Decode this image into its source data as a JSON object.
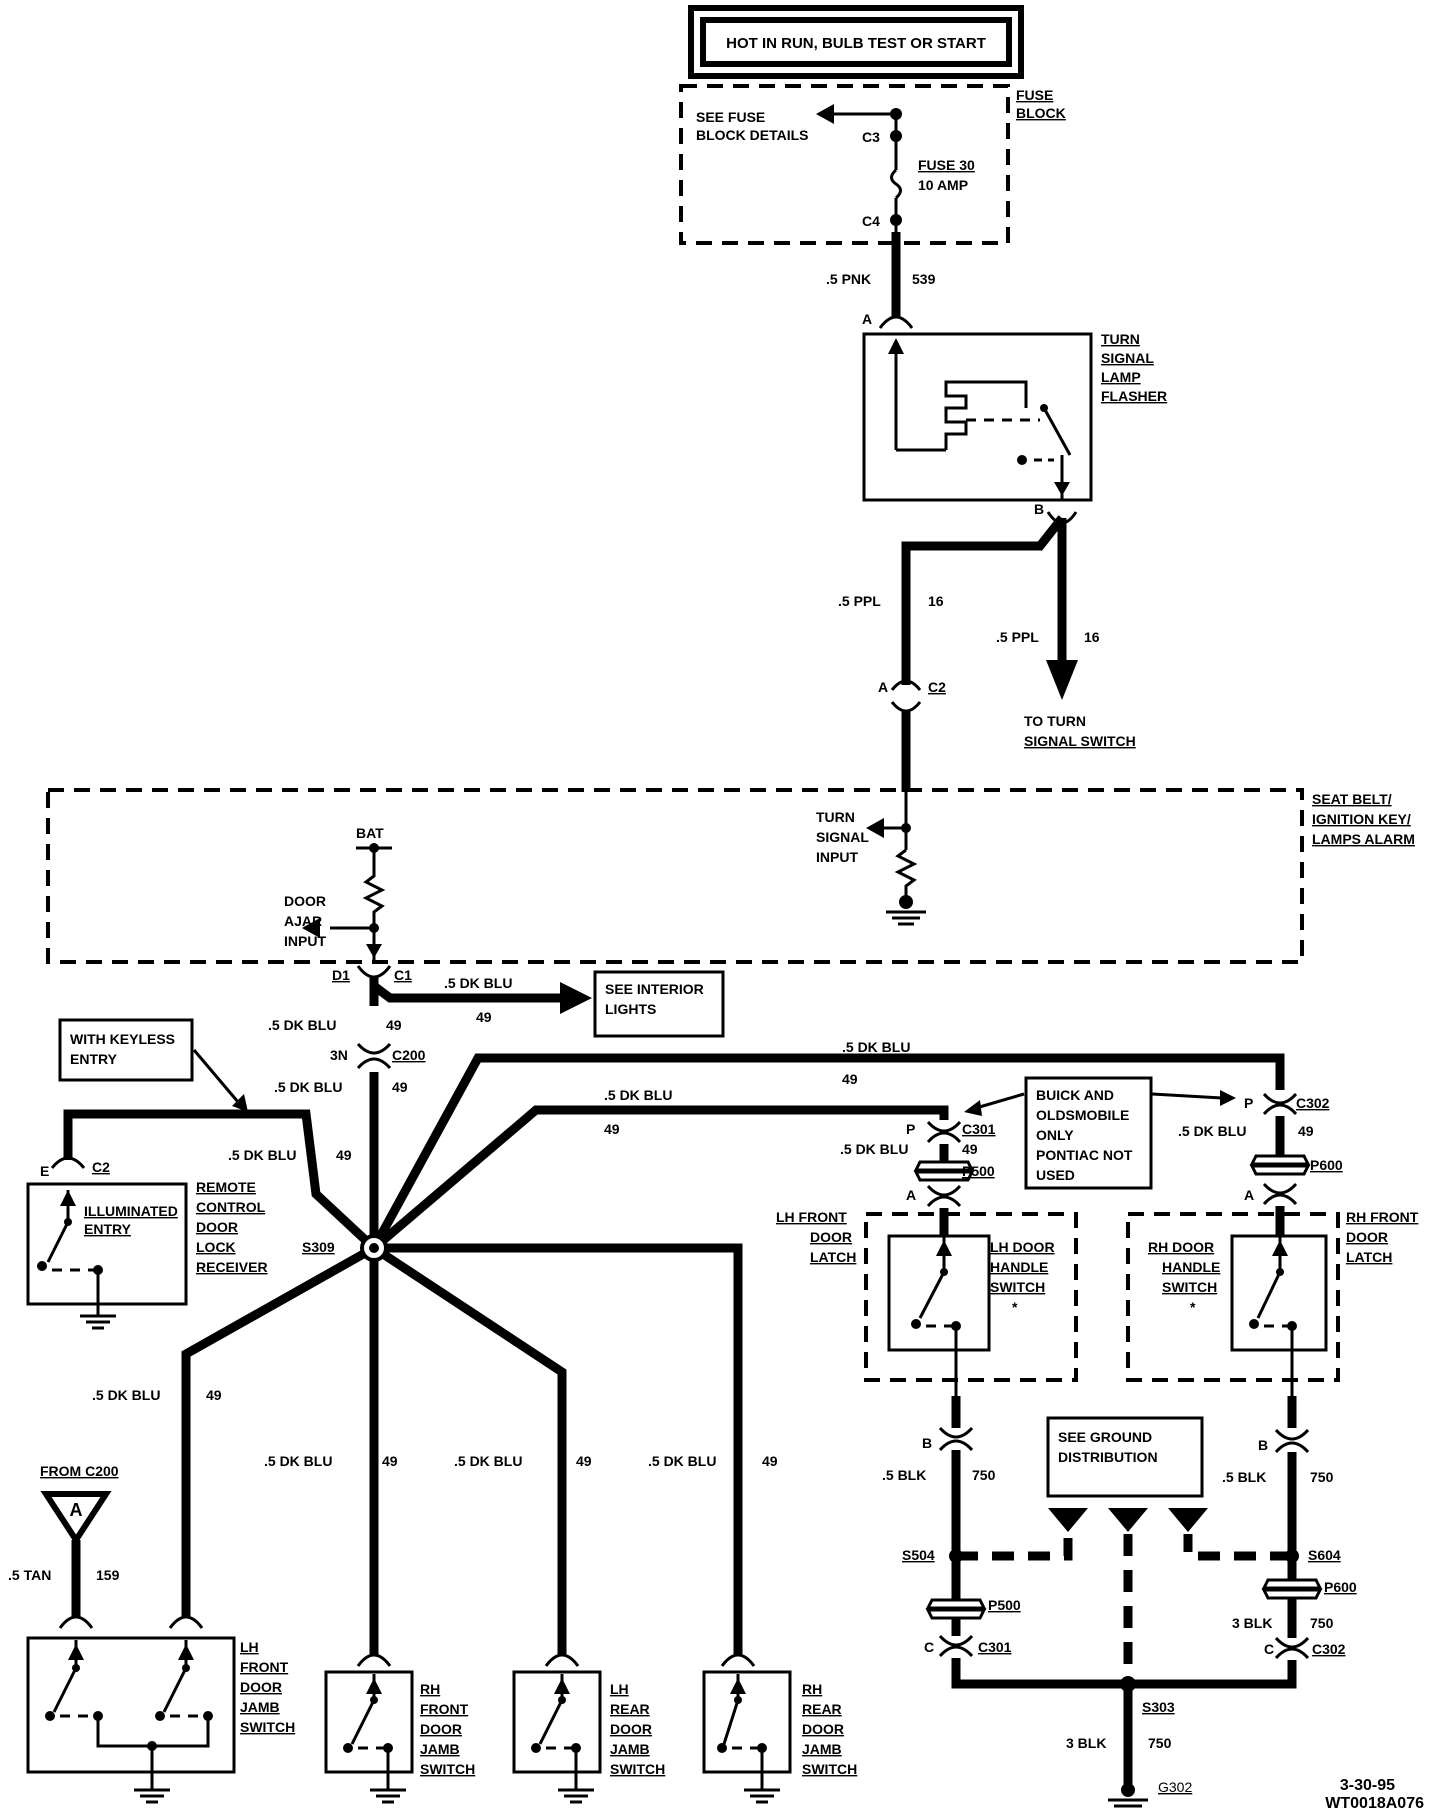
{
  "header": {
    "label": "HOT IN RUN, BULB TEST OR START"
  },
  "fuse_block": {
    "title": [
      "FUSE",
      "BLOCK"
    ],
    "see_details": [
      "SEE  FUSE",
      "BLOCK  DETAILS"
    ],
    "c3": "C3",
    "c4": "C4",
    "fuse": "FUSE  30",
    "rating": "10  AMP"
  },
  "wire_539": {
    "gauge": ".5  PNK",
    "circuit": "539",
    "pin": "A"
  },
  "flasher": {
    "title": [
      "TURN",
      "SIGNAL",
      "LAMP",
      "FLASHER"
    ],
    "pin_b": "B"
  },
  "wire_16_left": {
    "gauge": ".5  PPL",
    "circuit": "16"
  },
  "wire_16_right": {
    "gauge": ".5  PPL",
    "circuit": "16"
  },
  "to_turn": [
    "TO  TURN",
    "SIGNAL  SWITCH"
  ],
  "c2_top": {
    "pin": "A",
    "conn": "C2"
  },
  "alarm_module": {
    "title": [
      "SEAT  BELT/",
      "IGNITION  KEY/",
      "LAMPS  ALARM"
    ],
    "turn_input": [
      "TURN",
      "SIGNAL",
      "INPUT"
    ],
    "bat": "BAT",
    "door_ajar": [
      "DOOR",
      "AJAR",
      "INPUT"
    ],
    "d1": "D1",
    "c1": "C1"
  },
  "interior": {
    "gauge": ".5  DK  BLU",
    "circuit": "49",
    "box": [
      "SEE  INTERIOR",
      "LIGHTS"
    ]
  },
  "main_wire": {
    "gauge_1": ".5  DK  BLU",
    "circuit_1": "49",
    "conn_pin": "3N",
    "conn": "C200",
    "gauge_2": ".5  DK  BLU",
    "circuit_2": "49"
  },
  "keyless": {
    "box": [
      "WITH  KEYLESS",
      "ENTRY"
    ]
  },
  "receiver": {
    "pin": "E",
    "conn": "C2",
    "wire_gauge": ".5  DK  BLU",
    "wire_circuit": "49",
    "illum": [
      "ILLUMINATED",
      "ENTRY"
    ],
    "title": [
      "REMOTE",
      "CONTROL",
      "DOOR",
      "LOCK",
      "RECEIVER"
    ]
  },
  "splice_s309": "S309",
  "top_run": {
    "gauge": ".5  DK  BLU",
    "circuit": "49"
  },
  "mid_run": {
    "gauge": ".5  DK  BLU",
    "circuit": "49"
  },
  "buick_note": [
    "BUICK  AND",
    "OLDSMOBILE",
    "ONLY",
    "PONTIAC  NOT",
    "USED"
  ],
  "lh_latch": {
    "pin_p": "P",
    "conn": "C301",
    "circuit": "49",
    "gauge": ".5  DK  BLU",
    "p500": "P500",
    "pin_a": "A",
    "title": [
      "LH  FRONT",
      "DOOR",
      "LATCH"
    ],
    "switch": [
      "LH  DOOR",
      "HANDLE",
      "SWITCH"
    ],
    "star": "*",
    "pin_b": "B",
    "ground_gauge": ".5  BLK",
    "ground_circuit": "750"
  },
  "rh_latch": {
    "pin_p": "P",
    "conn": "C302",
    "circuit": "49",
    "gauge": ".5  DK  BLU",
    "p600": "P600",
    "pin_a": "A",
    "title": [
      "RH  FRONT",
      "DOOR",
      "LATCH"
    ],
    "switch": [
      "RH  DOOR",
      "HANDLE",
      "SWITCH"
    ],
    "star": "*",
    "pin_b": "B",
    "ground_gauge": ".5  BLK",
    "ground_circuit": "750"
  },
  "see_ground": [
    "SEE  GROUND",
    "DISTRIBUTION"
  ],
  "ground": {
    "s504": "S504",
    "s604": "S604",
    "p500": "P500",
    "p600": "P600",
    "c301_pin": "C",
    "c301": "C301",
    "c302_pin": "C",
    "c302": "C302",
    "rh_gauge": "3  BLK",
    "rh_circuit": "750",
    "s303": "S303",
    "bottom_gauge": "3  BLK",
    "bottom_circuit": "750",
    "g302": "G302"
  },
  "branch_lhf": {
    "gauge": ".5  DK  BLU",
    "circuit": "49"
  },
  "branch_rhf": {
    "gauge": ".5  DK  BLU",
    "circuit": "49"
  },
  "branch_lhr": {
    "gauge": ".5  DK  BLU",
    "circuit": "49"
  },
  "branch_rhr": {
    "gauge": ".5  DK  BLU",
    "circuit": "49"
  },
  "from_c200": {
    "label": "FROM  C200",
    "letter": "A",
    "gauge": ".5  TAN",
    "circuit": "159"
  },
  "lh_front_jamb": [
    "LH",
    "FRONT",
    "DOOR",
    "JAMB",
    "SWITCH"
  ],
  "rh_front_jamb": [
    "RH",
    "FRONT",
    "DOOR",
    "JAMB",
    "SWITCH"
  ],
  "lh_rear_jamb": [
    "LH",
    "REAR",
    "DOOR",
    "JAMB",
    "SWITCH"
  ],
  "rh_rear_jamb": [
    "RH",
    "REAR",
    "DOOR",
    "JAMB",
    "SWITCH"
  ],
  "footer": {
    "date": "3-30-95",
    "code": "WT0018A076"
  }
}
